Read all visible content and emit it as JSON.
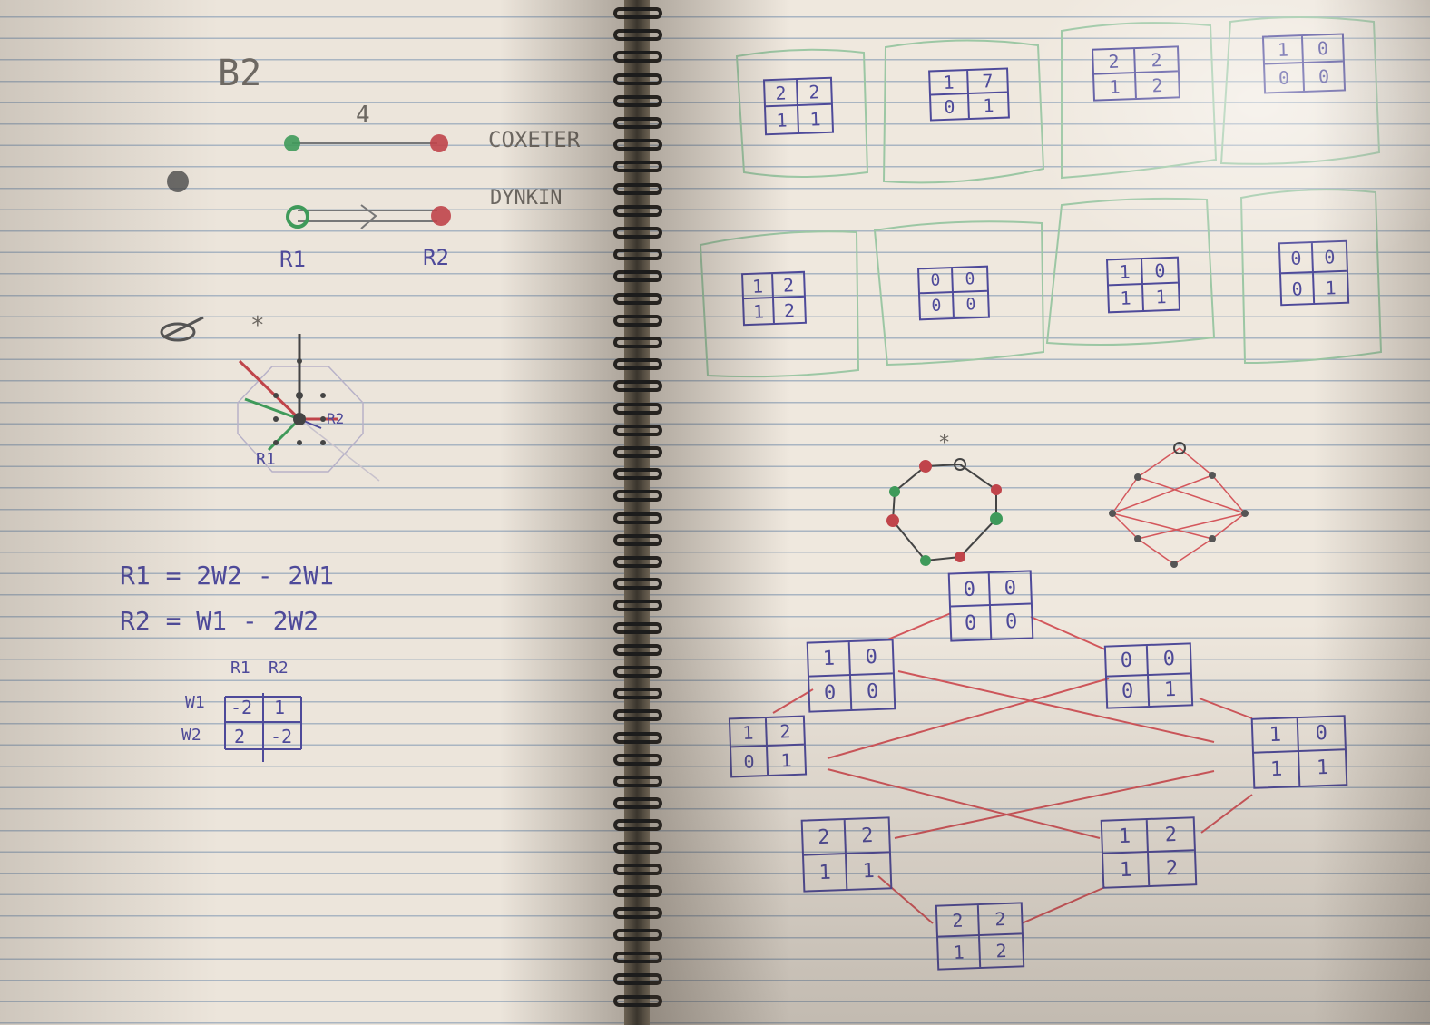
{
  "notes": {
    "title": "B2",
    "edge_label": "4",
    "coxeter_label": "COXETER",
    "dynkin_label": "DYNKIN",
    "node_r1": "R1",
    "node_r2": "R2",
    "star": "*",
    "root_r1": "R1",
    "root_r2": "R2",
    "eq1": "R1 = 2W2 - 2W1",
    "eq2": "R2 = W1 - 2W2",
    "matrix": {
      "col_headers": [
        "R1",
        "R2"
      ],
      "row_headers": [
        "W1",
        "W2"
      ],
      "cells": [
        [
          "-2",
          "1"
        ],
        [
          "2",
          "-2"
        ]
      ]
    }
  },
  "grids_top": [
    {
      "cells": [
        "2",
        "2",
        "1",
        "1"
      ]
    },
    {
      "cells": [
        "1",
        "7",
        "0",
        "1"
      ]
    },
    {
      "cells": [
        "2",
        "2",
        "1",
        "2"
      ]
    },
    {
      "cells": [
        "1",
        "0",
        "0",
        "0"
      ]
    }
  ],
  "grids_mid": [
    {
      "cells": [
        "1",
        "2",
        "1",
        "2"
      ]
    },
    {
      "cells": [
        "0",
        "0",
        "0",
        "0"
      ]
    },
    {
      "cells": [
        "1",
        "0",
        "1",
        "1"
      ]
    },
    {
      "cells": [
        "0",
        "0",
        "0",
        "1"
      ]
    }
  ],
  "graph": {
    "star": "*",
    "nodes": [
      {
        "cells": [
          "0",
          "0",
          "0",
          "0"
        ]
      },
      {
        "cells": [
          "1",
          "0",
          "0",
          "0"
        ]
      },
      {
        "cells": [
          "0",
          "0",
          "0",
          "1"
        ]
      },
      {
        "cells": [
          "1",
          "2",
          "0",
          "1"
        ]
      },
      {
        "cells": [
          "1",
          "0",
          "1",
          "1"
        ]
      },
      {
        "cells": [
          "2",
          "2",
          "1",
          "1"
        ]
      },
      {
        "cells": [
          "1",
          "2",
          "1",
          "2"
        ]
      },
      {
        "cells": [
          "2",
          "2",
          "1",
          "2"
        ]
      }
    ]
  },
  "colors": {
    "ink_blue": "#4e4a9a",
    "ink_red": "#c0444a",
    "ink_green": "#3f9a5a",
    "pencil": "#6d6862",
    "paper": "#efe8de"
  }
}
